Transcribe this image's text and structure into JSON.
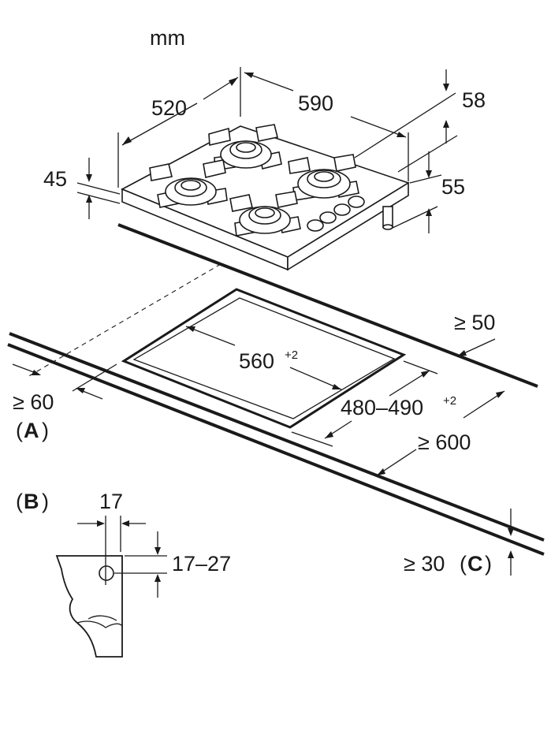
{
  "unit": "mm",
  "dimensions": {
    "depth": "520",
    "width": "590",
    "top_height": "58",
    "glass_thickness": "45",
    "body_height": "55",
    "cutout_width": "560",
    "cutout_width_tol": "+2",
    "cutout_depth": "480–490",
    "cutout_depth_tol": "+2",
    "rear_clearance": "≥ 50",
    "front_clearance": "≥ 60",
    "side_clearance": "≥ 600",
    "worktop_thickness": "≥ 30"
  },
  "labels": {
    "a": "A",
    "b": "B",
    "c": "C",
    "open_paren": "(",
    "close_paren": ")"
  },
  "detail_b": {
    "offset": "17",
    "range": "17–27"
  },
  "colors": {
    "ink": "#1a1a1a",
    "background": "#ffffff"
  }
}
